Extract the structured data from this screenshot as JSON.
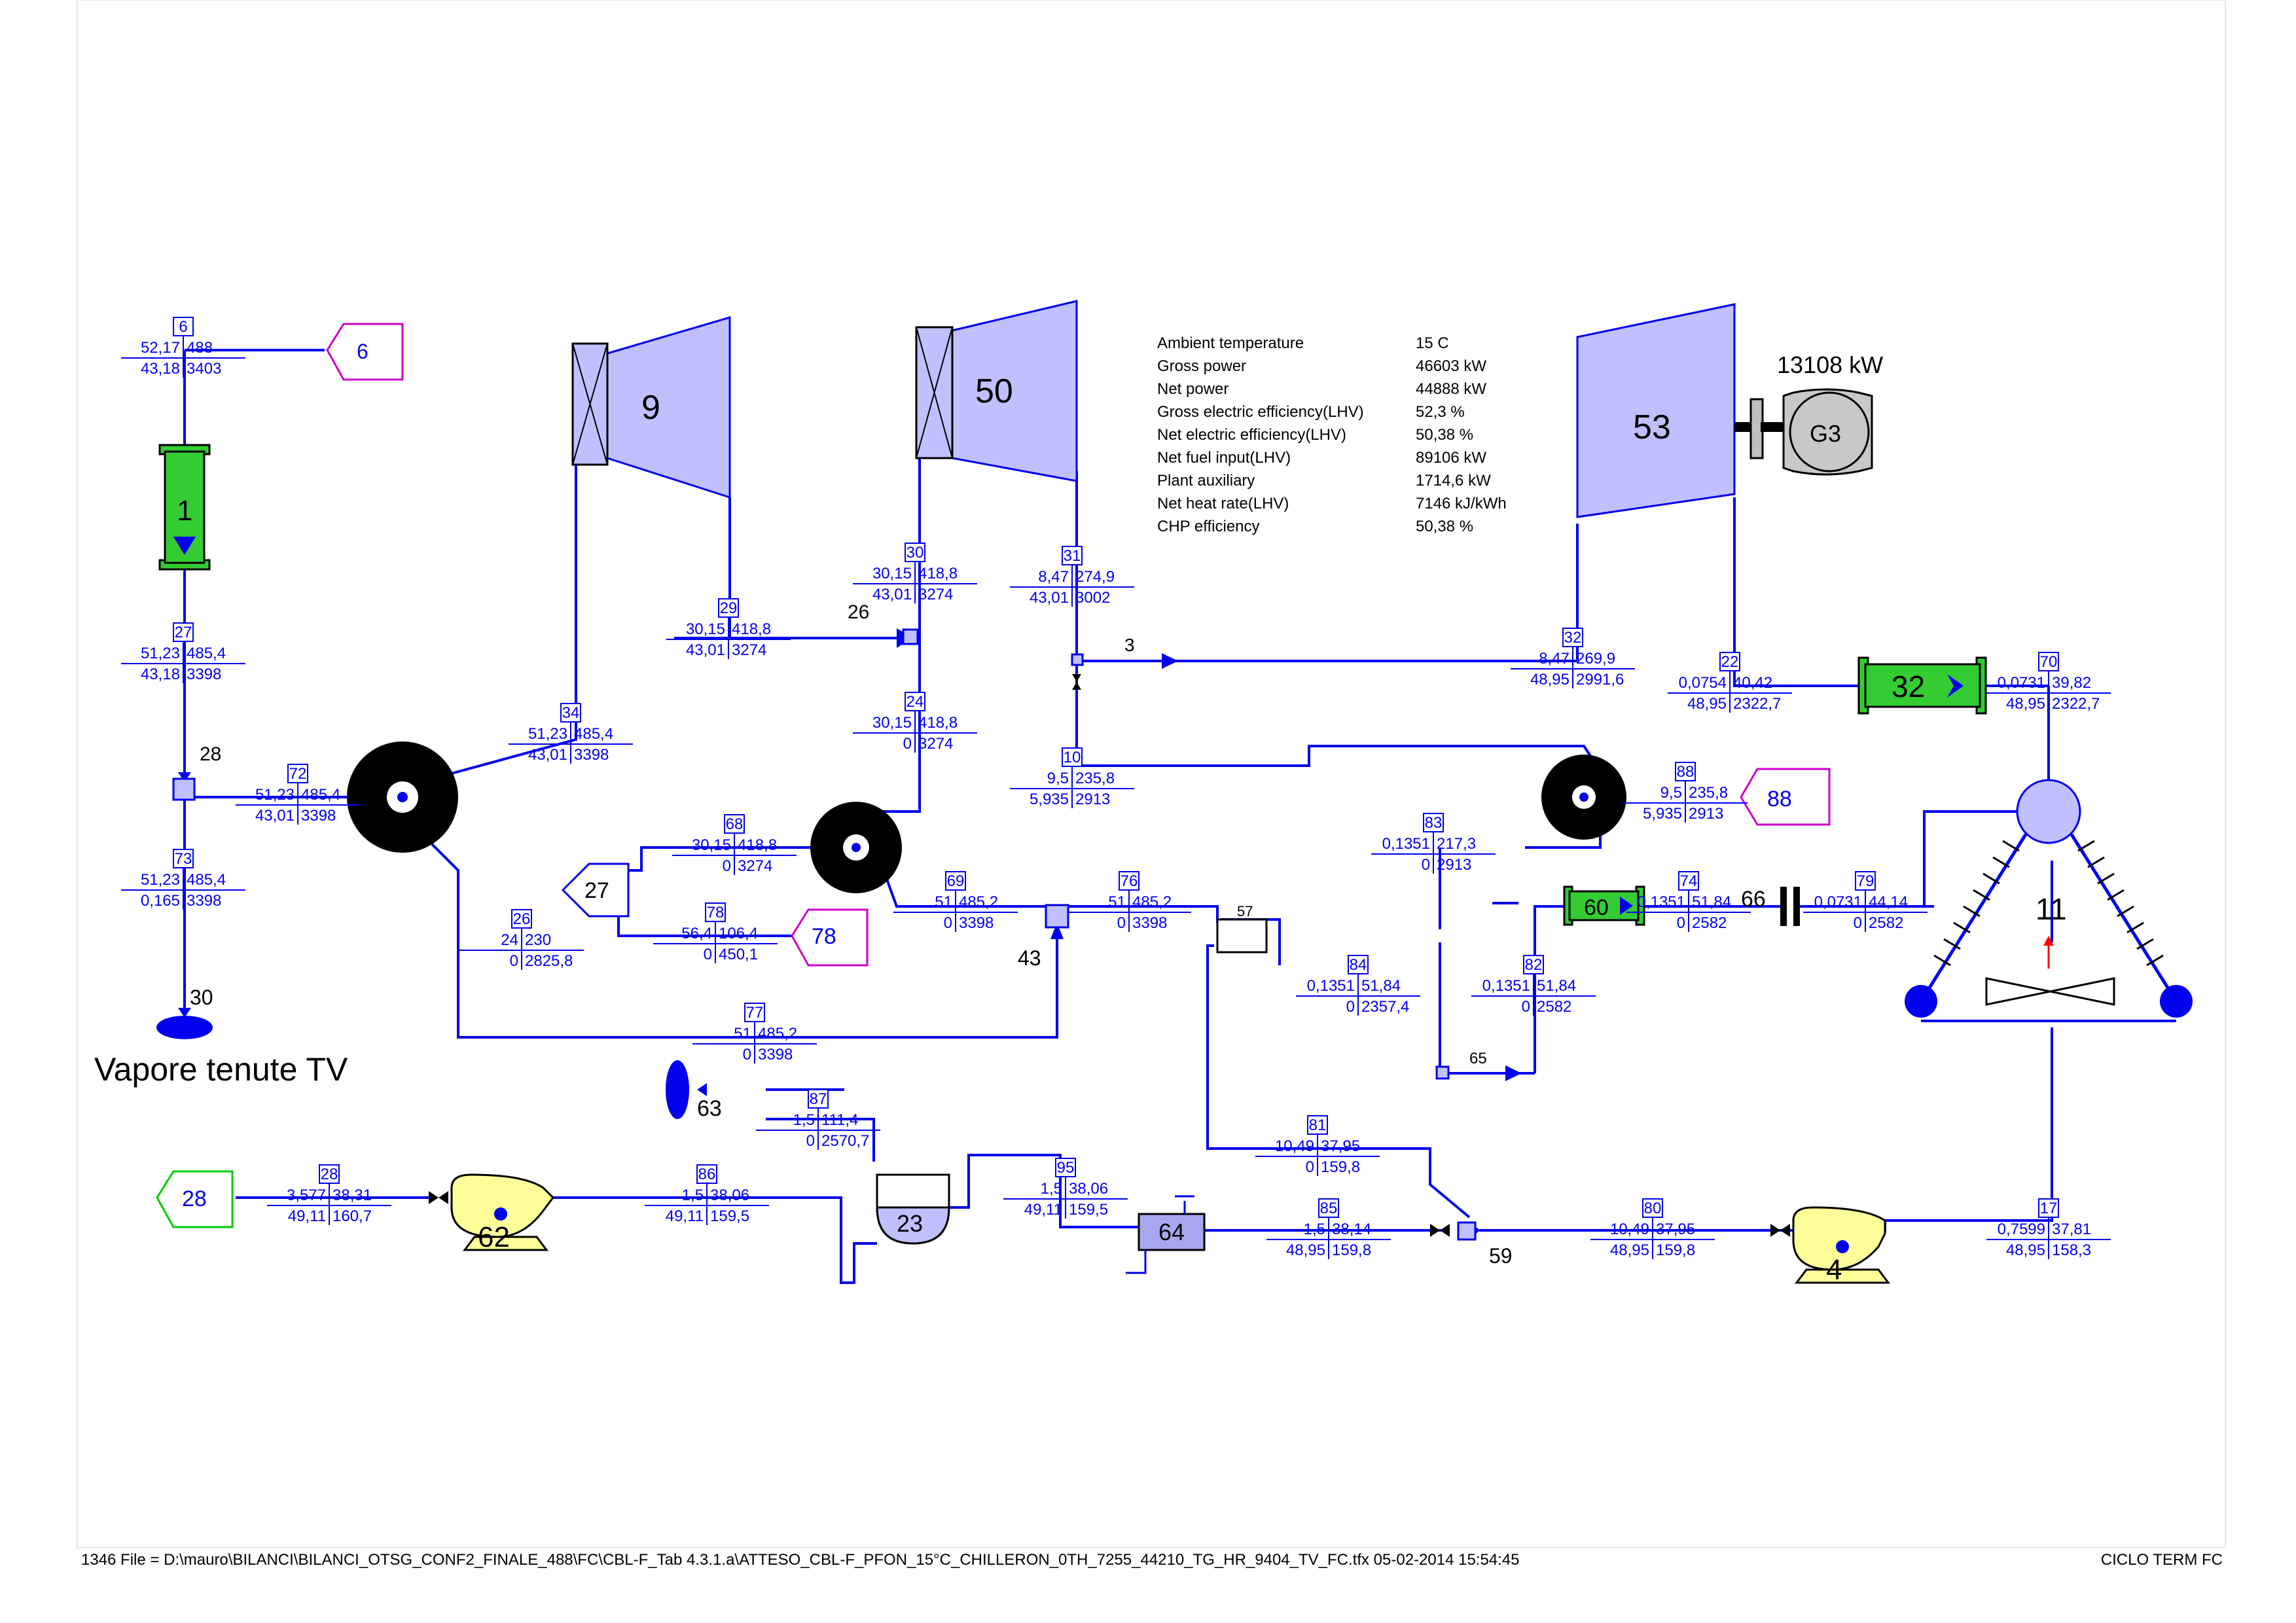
{
  "summary": {
    "rows": [
      {
        "label": "Ambient temperature",
        "value": "15 C"
      },
      {
        "label": "Gross power",
        "value": "46603 kW"
      },
      {
        "label": "Net power",
        "value": "44888 kW"
      },
      {
        "label": "Gross electric efficiency(LHV)",
        "value": "52,3 %"
      },
      {
        "label": "Net electric efficiency(LHV)",
        "value": "50,38 %"
      },
      {
        "label": "Net fuel input(LHV)",
        "value": "89106 kW"
      },
      {
        "label": "Plant auxiliary",
        "value": "1714,6 kW"
      },
      {
        "label": "Net heat rate(LHV)",
        "value": "7146 kJ/kWh"
      },
      {
        "label": "CHP efficiency",
        "value": "50,38 %"
      }
    ]
  },
  "generator": {
    "label": "G3",
    "power": "13108 kW"
  },
  "components": [
    {
      "id": "turbine-9",
      "label": "9"
    },
    {
      "id": "turbine-50",
      "label": "50"
    },
    {
      "id": "turbine-53",
      "label": "53"
    },
    {
      "id": "heat-exchanger-1",
      "label": "1"
    },
    {
      "id": "heat-exchanger-32",
      "label": "32"
    },
    {
      "id": "heat-exchanger-60",
      "label": "60"
    },
    {
      "id": "cooling-tower-11",
      "label": "11"
    },
    {
      "id": "deaerator-23",
      "label": "23"
    },
    {
      "id": "pump-62",
      "label": "62"
    },
    {
      "id": "pump-4",
      "label": "4"
    },
    {
      "id": "heater-64",
      "label": "64"
    },
    {
      "id": "mixer-57",
      "label": "57"
    },
    {
      "id": "condenser-66",
      "label": "66"
    },
    {
      "id": "sink-30",
      "label": "30"
    },
    {
      "id": "sink-63",
      "label": "63"
    },
    {
      "id": "node-28",
      "label": "28"
    },
    {
      "id": "node-26",
      "label": "26"
    },
    {
      "id": "node-3",
      "label": "3"
    },
    {
      "id": "node-43",
      "label": "43"
    },
    {
      "id": "node-65",
      "label": "65"
    },
    {
      "id": "node-59",
      "label": "59"
    }
  ],
  "sources": [
    {
      "id": "source-6",
      "label": "6"
    },
    {
      "id": "source-88",
      "label": "88"
    },
    {
      "id": "source-78",
      "label": "78"
    },
    {
      "id": "source-27",
      "label": "27"
    },
    {
      "id": "source-28",
      "label": "28"
    }
  ],
  "streams": [
    {
      "id": "6",
      "a": "52,17",
      "b": "488",
      "c": "43,18",
      "d": "3403"
    },
    {
      "id": "27",
      "a": "51,23",
      "b": "485,4",
      "c": "43,18",
      "d": "3398"
    },
    {
      "id": "73",
      "a": "51,23",
      "b": "485,4",
      "c": "0,165",
      "d": "3398"
    },
    {
      "id": "72",
      "a": "51,23",
      "b": "485,4",
      "c": "43,01",
      "d": "3398"
    },
    {
      "id": "34",
      "a": "51,23",
      "b": "485,4",
      "c": "43,01",
      "d": "3398"
    },
    {
      "id": "29",
      "a": "30,15",
      "b": "418,8",
      "c": "43,01",
      "d": "3274"
    },
    {
      "id": "30",
      "a": "30,15",
      "b": "418,8",
      "c": "43,01",
      "d": "3274"
    },
    {
      "id": "24",
      "a": "30,15",
      "b": "418,8",
      "c": "0",
      "d": "3274"
    },
    {
      "id": "31",
      "a": "8,47",
      "b": "274,9",
      "c": "43,01",
      "d": "3002"
    },
    {
      "id": "10",
      "a": "9,5",
      "b": "235,8",
      "c": "5,935",
      "d": "2913"
    },
    {
      "id": "32",
      "a": "8,47",
      "b": "269,9",
      "c": "48,95",
      "d": "2991,6"
    },
    {
      "id": "22",
      "a": "0,0754",
      "b": "40,42",
      "c": "48,95",
      "d": "2322,7"
    },
    {
      "id": "70",
      "a": "0,0731",
      "b": "39,82",
      "c": "48,95",
      "d": "2322,7"
    },
    {
      "id": "88",
      "a": "9,5",
      "b": "235,8",
      "c": "5,935",
      "d": "2913"
    },
    {
      "id": "68",
      "a": "30,15",
      "b": "418,8",
      "c": "0",
      "d": "3274"
    },
    {
      "id": "69",
      "a": "51",
      "b": "485,2",
      "c": "0",
      "d": "3398"
    },
    {
      "id": "76",
      "a": "51",
      "b": "485,2",
      "c": "0",
      "d": "3398"
    },
    {
      "id": "78",
      "a": "56,4",
      "b": "106,4",
      "c": "0",
      "d": "450,1"
    },
    {
      "id": "26",
      "a": "24",
      "b": "230",
      "c": "0",
      "d": "2825,8"
    },
    {
      "id": "77",
      "a": "51",
      "b": "485,2",
      "c": "0",
      "d": "3398"
    },
    {
      "id": "83",
      "a": "0,1351",
      "b": "217,3",
      "c": "0",
      "d": "2913"
    },
    {
      "id": "74",
      "a": "0,1351",
      "b": "51,84",
      "c": "0",
      "d": "2582"
    },
    {
      "id": "79",
      "a": "0,0731",
      "b": "44,14",
      "c": "0",
      "d": "2582"
    },
    {
      "id": "84",
      "a": "0,1351",
      "b": "51,84",
      "c": "0",
      "d": "2357,4"
    },
    {
      "id": "82",
      "a": "0,1351",
      "b": "51,84",
      "c": "0",
      "d": "2582"
    },
    {
      "id": "87",
      "a": "1,5",
      "b": "111,4",
      "c": "0",
      "d": "2570,7"
    },
    {
      "id": "81",
      "a": "10,49",
      "b": "37,95",
      "c": "0",
      "d": "159,8"
    },
    {
      "id": "28",
      "a": "3,577",
      "b": "38,31",
      "c": "49,11",
      "d": "160,7"
    },
    {
      "id": "86",
      "a": "1,5",
      "b": "38,06",
      "c": "49,11",
      "d": "159,5"
    },
    {
      "id": "95",
      "a": "1,5",
      "b": "38,06",
      "c": "49,11",
      "d": "159,5"
    },
    {
      "id": "85",
      "a": "1,5",
      "b": "38,14",
      "c": "48,95",
      "d": "159,8"
    },
    {
      "id": "80",
      "a": "10,49",
      "b": "37,95",
      "c": "48,95",
      "d": "159,8"
    },
    {
      "id": "17",
      "a": "0,7599",
      "b": "37,81",
      "c": "48,95",
      "d": "158,3"
    }
  ],
  "vapore_label": "Vapore tenute TV",
  "footer": {
    "left": "1346 File = D:\\mauro\\BILANCI\\BILANCI_OTSG_CONF2_FINALE_488\\FC\\CBL-F_Tab 4.3.1.a\\ATTESO_CBL-F_PFON_15°C_CHILLERON_0TH_7255_44210_TG_HR_9404_TV_FC.tfx  05-02-2014 15:54:45",
    "right": "CICLO TERM FC"
  },
  "colors": {
    "line": "#0000ee",
    "turbine": "#c0c0ff",
    "hx": "#33cc33",
    "source": "#cc00cc",
    "pump": "#ffff99"
  }
}
